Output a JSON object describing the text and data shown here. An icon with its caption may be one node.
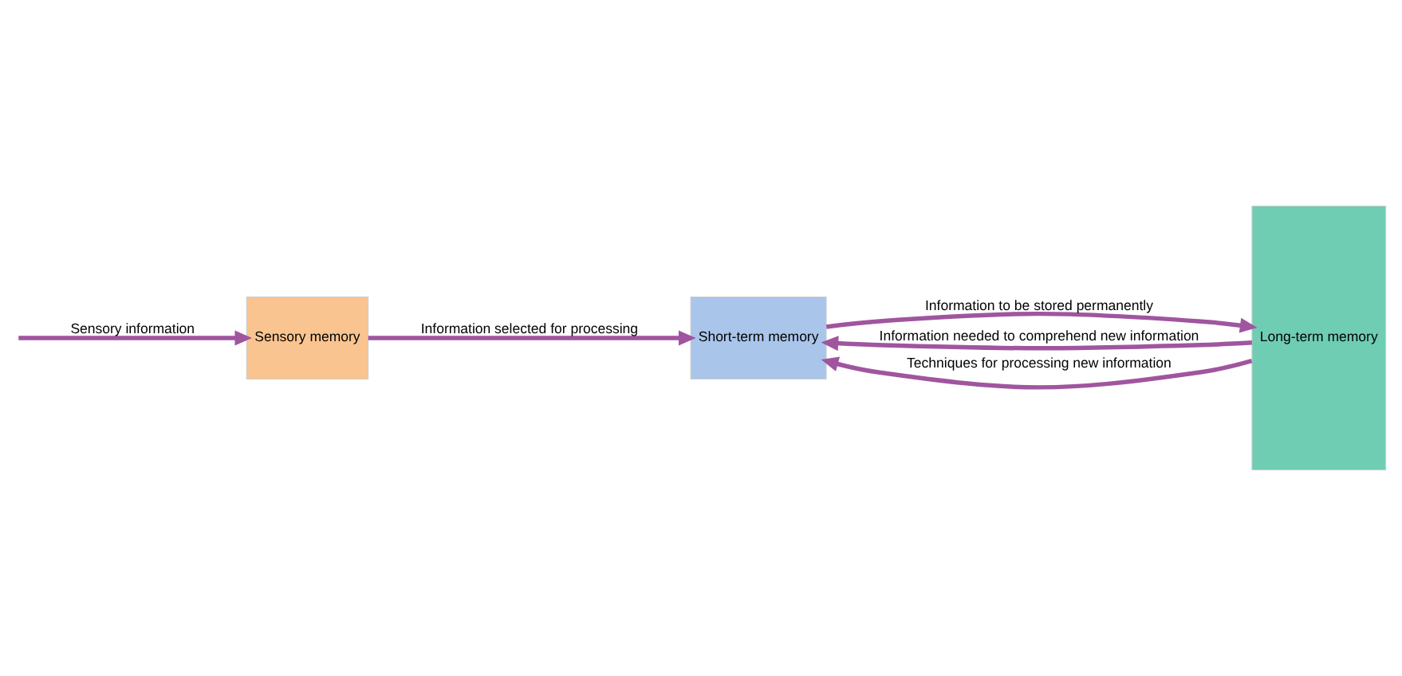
{
  "diagram": {
    "nodes": [
      {
        "text": [
          "Sensory memory"
        ]
      },
      {
        "text": [
          "Short-term memory"
        ]
      },
      {
        "text": [
          "Long-term memory"
        ]
      }
    ],
    "edges": [
      {
        "from": null,
        "to": 0,
        "arrow": "to",
        "label": "Sensory information"
      },
      {
        "from": 0,
        "to": 1,
        "arrow": "to",
        "label": "Information selected for processing"
      },
      {
        "from": 1,
        "to": 2,
        "arrow": "to",
        "label": "Information to be stored permanently"
      },
      {
        "from": 2,
        "to": 1,
        "arrow": "to",
        "label": "Information needed to comprehend new information"
      },
      {
        "from": 2,
        "to": 1,
        "arrow": "to",
        "label": "Techniques for processing new information"
      }
    ]
  }
}
